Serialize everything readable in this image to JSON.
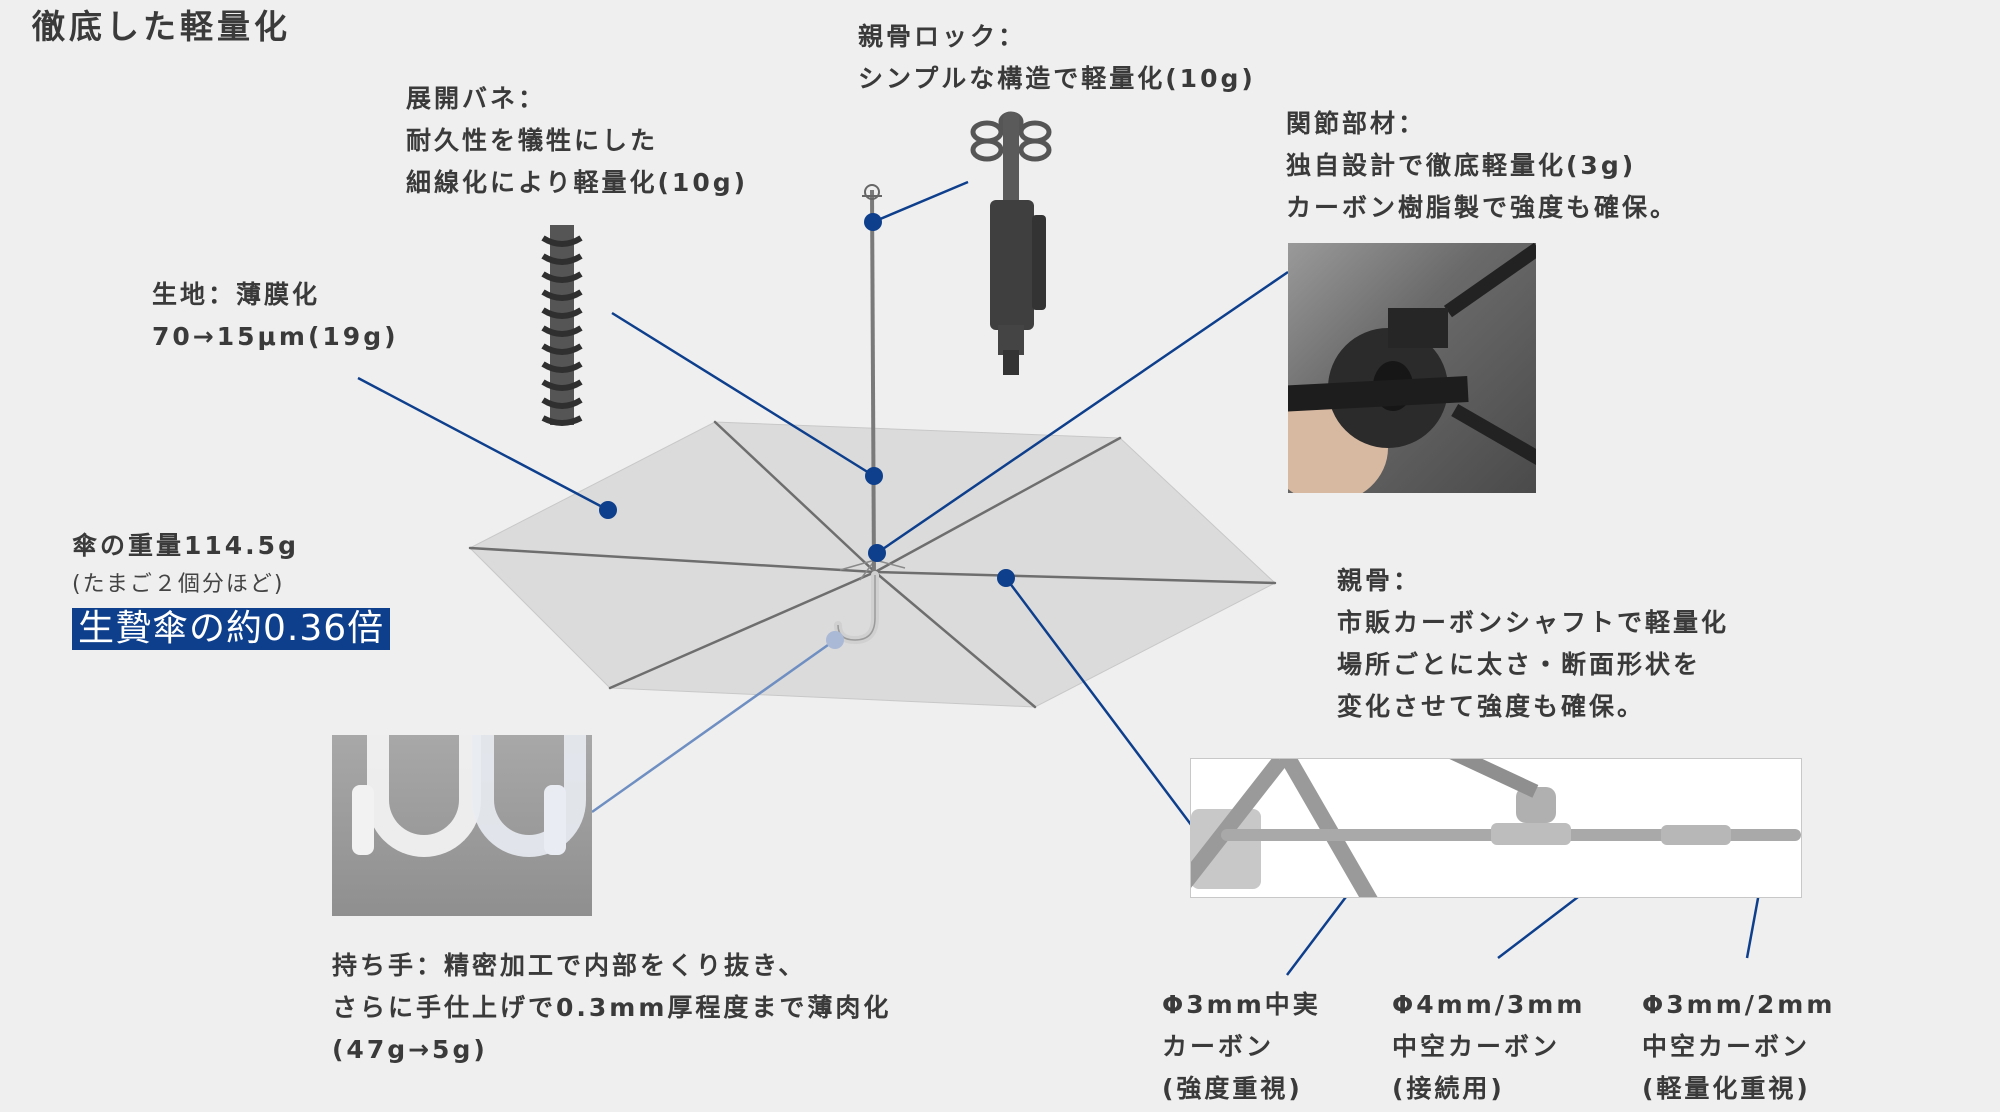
{
  "title": "徹底した軽量化",
  "callouts": {
    "lock": "親骨ロック：\nシンプルな構造で軽量化(10g)",
    "spring": "展開バネ：\n耐久性を犠牲にした\n細線化により軽量化(10g)",
    "joint": "関節部材：\n独自設計で徹底軽量化(3g)\nカーボン樹脂製で強度も確保。",
    "fabric": "生地：薄膜化\n70→15μm(19g)",
    "rib": "親骨：\n市販カーボンシャフトで軽量化\n場所ごとに太さ・断面形状を\n変化させて強度も確保。",
    "handle": "持ち手：精密加工で内部をくり抜き、\nさらに手仕上げで0.3mm厚程度まで薄肉化\n(47g→5g)",
    "carbon_solid": "Φ3mm中実\nカーボン\n(強度重視)",
    "carbon_hollow_4": "Φ4mm/3mm\n中空カーボン\n(接続用)",
    "carbon_hollow_3": "Φ3mm/2mm\n中空カーボン\n(軽量化重視)"
  },
  "weight": {
    "label": "傘の重量114.5g",
    "note": "(たまご２個分ほど)",
    "ratio": "生贄傘の約0.36倍"
  },
  "colors": {
    "accent": "#0e3f8c",
    "background": "#efefef",
    "text": "#3a3a3a"
  }
}
